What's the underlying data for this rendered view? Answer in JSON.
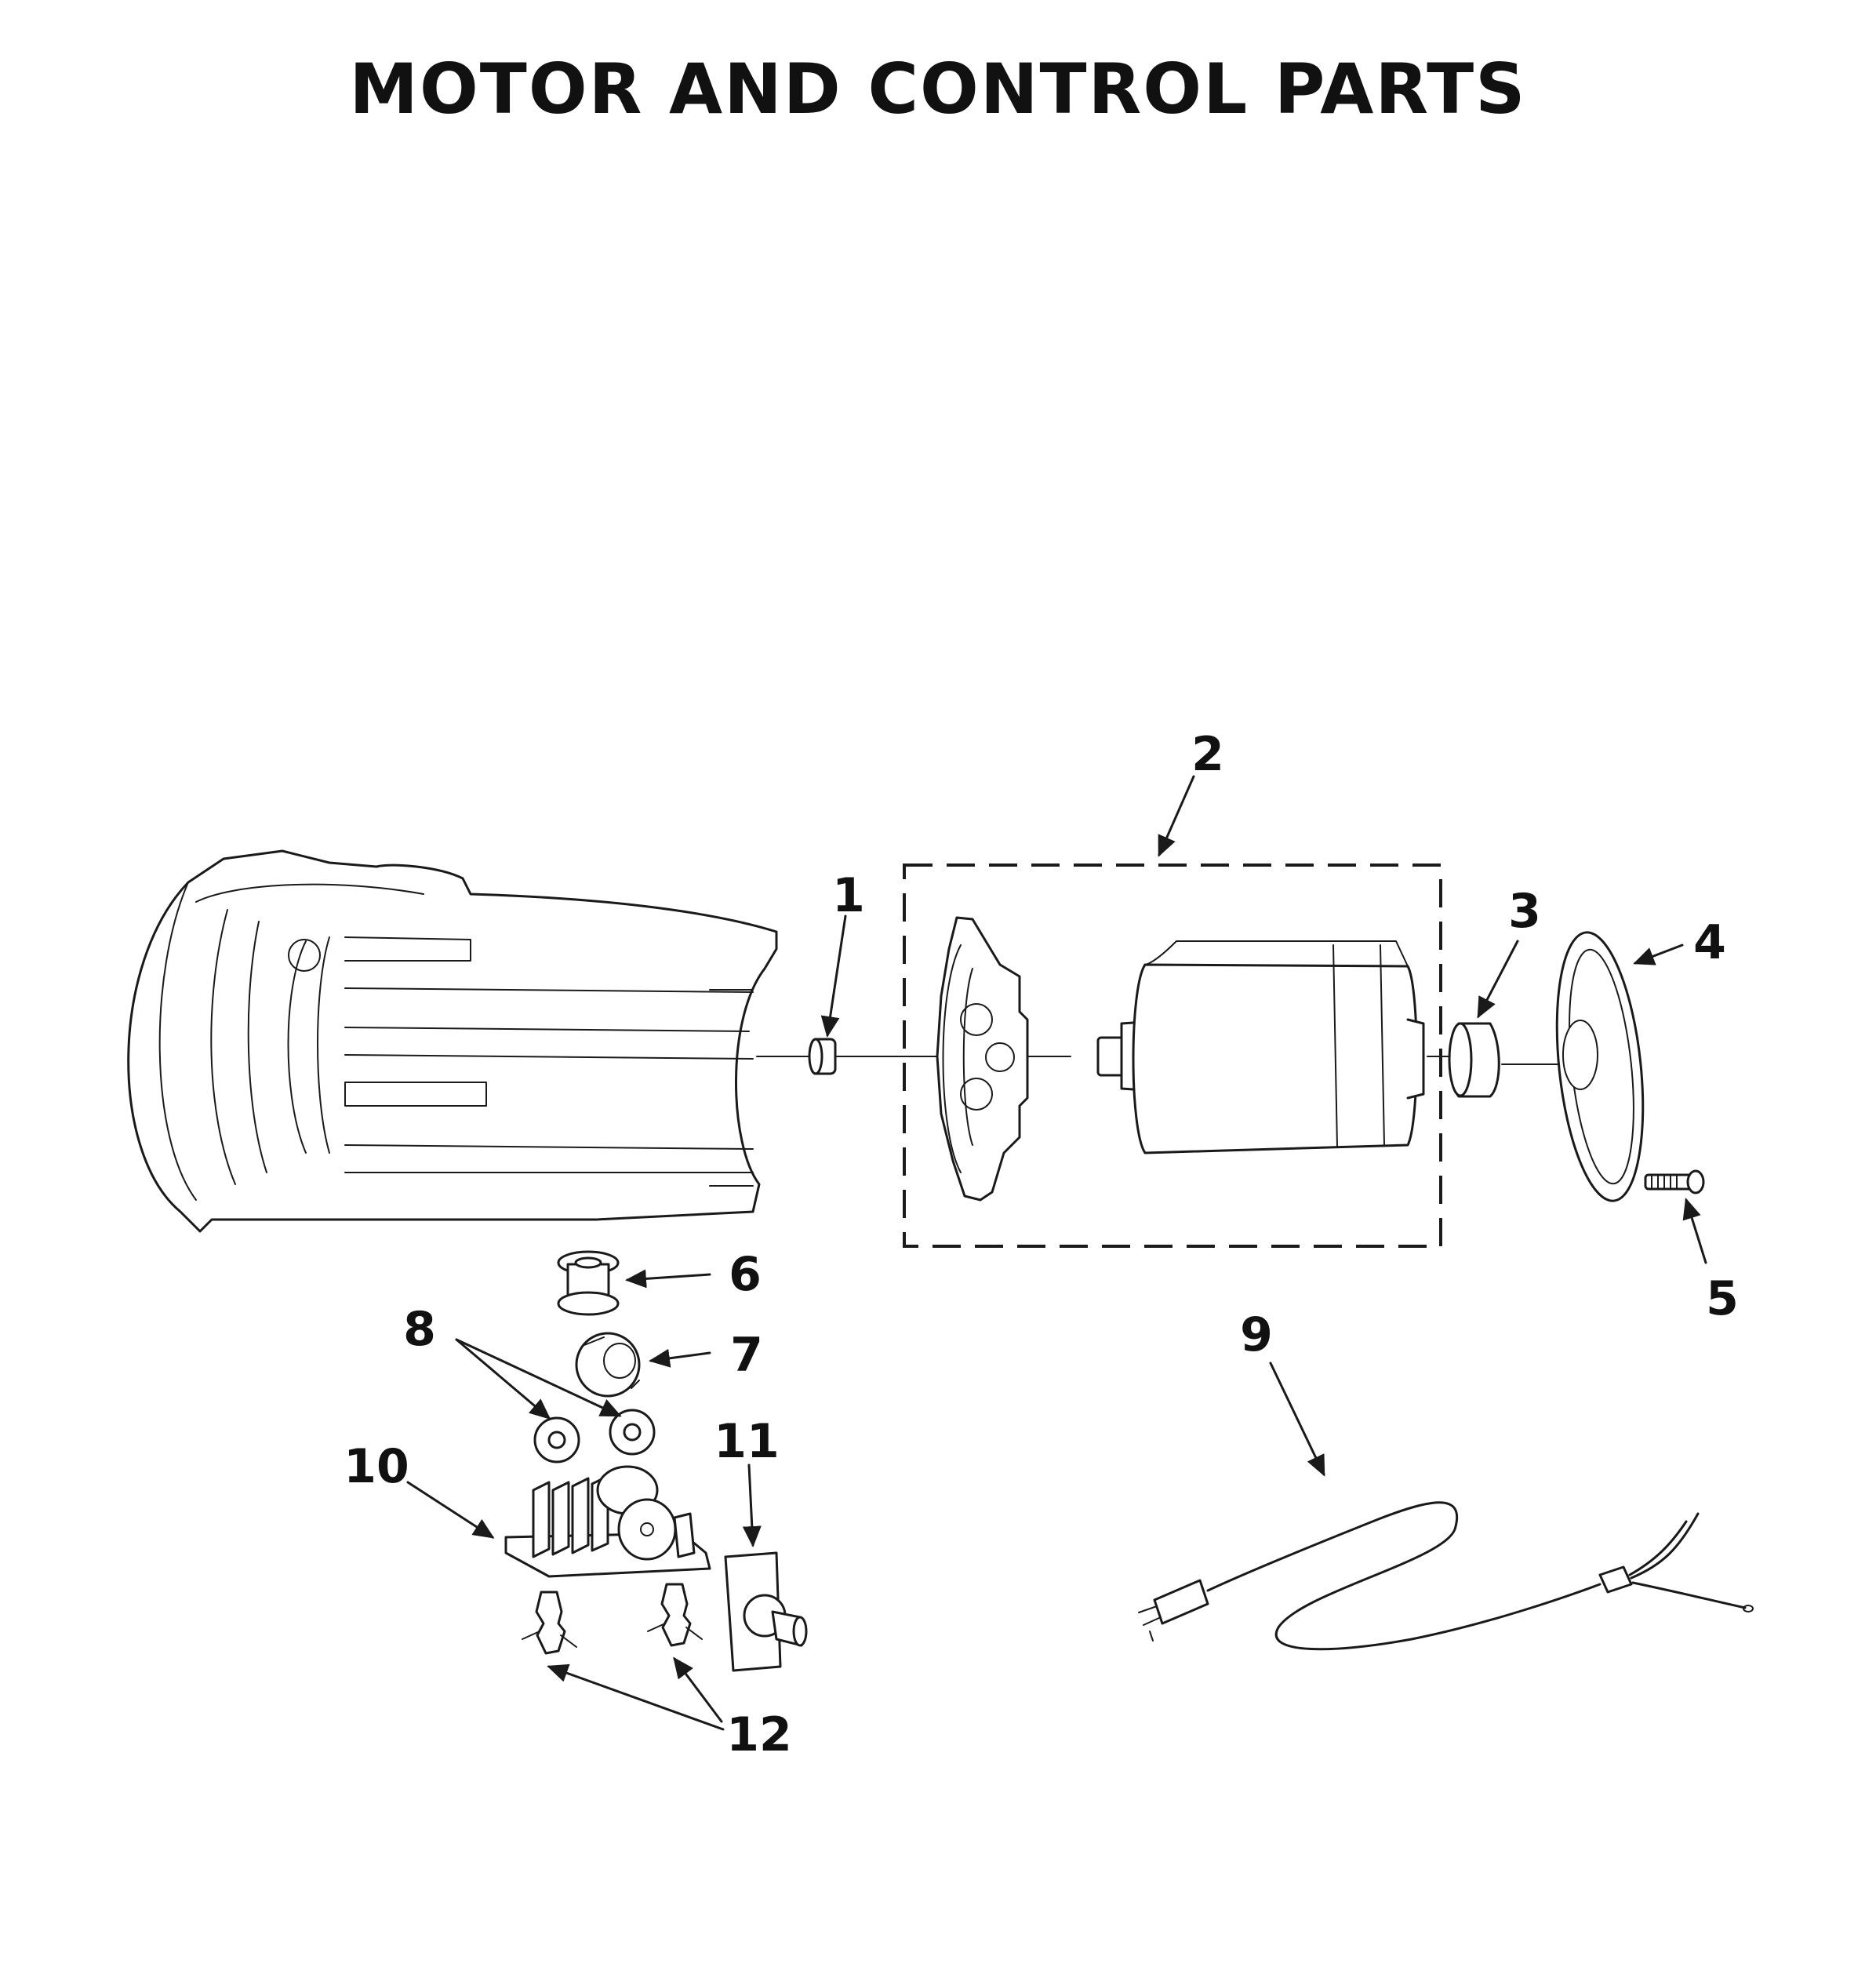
{
  "title": "MOTOR AND CONTROL PARTS",
  "callouts": [
    "1",
    "2",
    "3",
    "4",
    "5",
    "6",
    "7",
    "8",
    "9",
    "10",
    "11",
    "12"
  ],
  "colors": {
    "line": "#1a1a1a",
    "background": "#ffffff"
  }
}
